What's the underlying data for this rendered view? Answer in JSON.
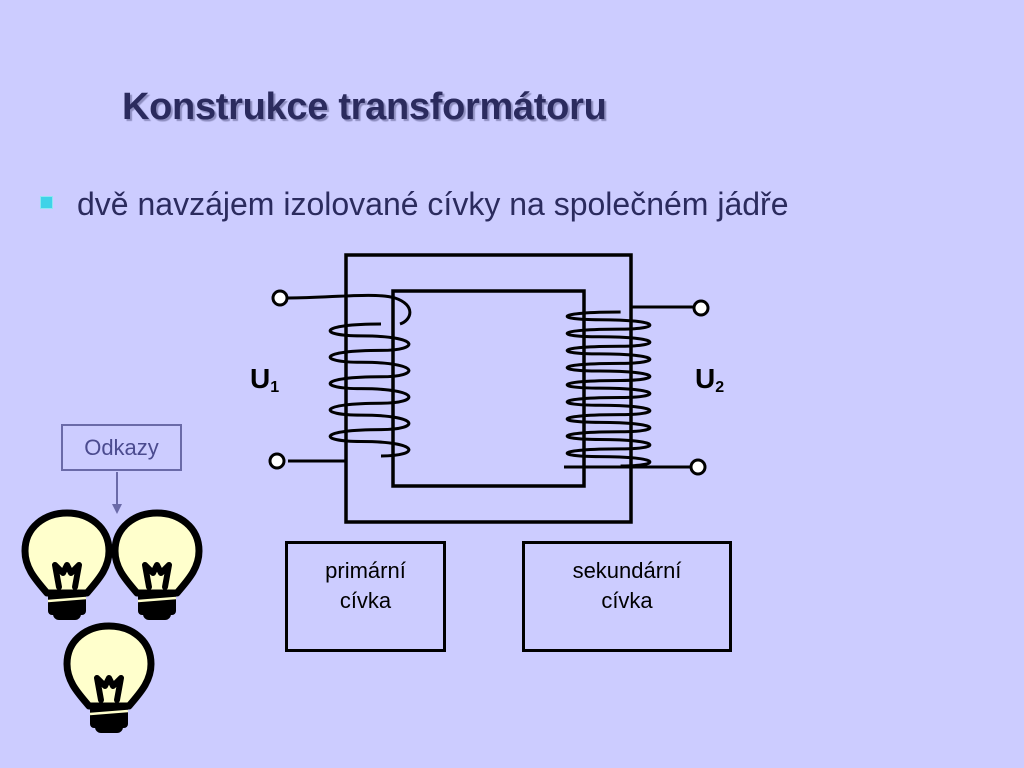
{
  "slide": {
    "title": "Konstrukce transformátoru",
    "bullet": "dvě navzájem izolované cívky na společném jádře"
  },
  "diagram": {
    "u1_letter": "U",
    "u1_index": "1",
    "u2_letter": "U",
    "u2_index": "2",
    "primary_label_line1": "primární",
    "primary_label_line2": "cívka",
    "secondary_label_line1": "sekundární",
    "secondary_label_line2": "cívka",
    "primary_turns": 5,
    "secondary_turns": 9
  },
  "links": {
    "label": "Odkazy"
  },
  "colors": {
    "background": "#ccccff",
    "title": "#2b2b5e",
    "bullet_marker": "#3fd3e8",
    "bulb_fill": "#ffffcc"
  },
  "icons": [
    "lightbulb-icon",
    "lightbulb-icon",
    "lightbulb-icon"
  ]
}
